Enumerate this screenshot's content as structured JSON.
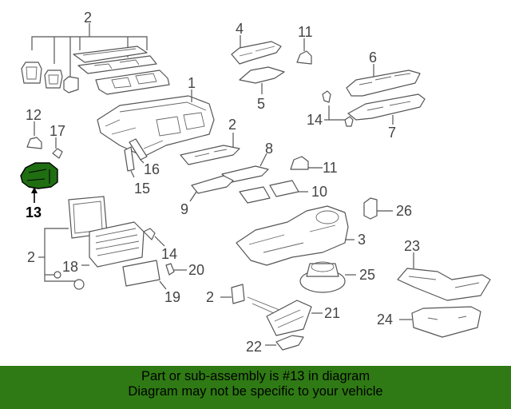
{
  "diagram": {
    "callouts": {
      "c1": "1",
      "c2a": "2",
      "c2b": "2",
      "c2c": "2",
      "c2d": "2",
      "c3": "3",
      "c4": "4",
      "c5": "5",
      "c6": "6",
      "c7": "7",
      "c8": "8",
      "c9": "9",
      "c10": "10",
      "c11a": "11",
      "c11b": "11",
      "c12": "12",
      "c13": "13",
      "c14a": "14",
      "c14b": "14",
      "c15": "15",
      "c16": "16",
      "c17": "17",
      "c18": "18",
      "c19": "19",
      "c20": "20",
      "c21": "21",
      "c22": "22",
      "c23": "23",
      "c24": "24",
      "c25": "25",
      "c26": "26"
    },
    "highlight_color": "#1f6e12",
    "highlighted_part": "13"
  },
  "banner": {
    "line1": "Part or sub-assembly is #13 in diagram",
    "line2": "Diagram may not be specific to your vehicle",
    "background": "#2f7a14"
  }
}
